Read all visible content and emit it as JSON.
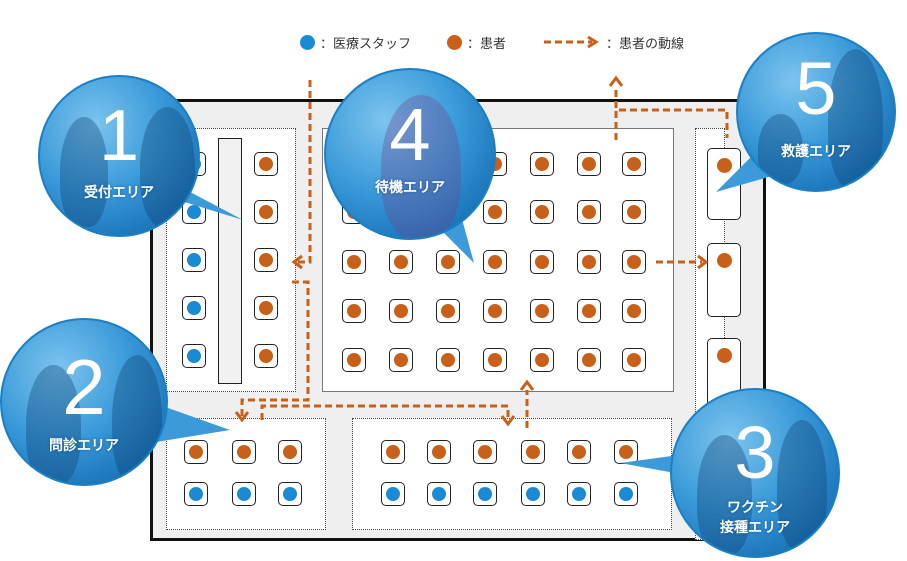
{
  "legend": {
    "staff_label": "：医療スタッフ",
    "patient_label": "：患者",
    "flow_label": "：患者の動線"
  },
  "colors": {
    "staff": "#1a8ad4",
    "patient": "#c9601a",
    "flow": "#c9601a",
    "bubble": "#1a7fc4",
    "wall": "#111111",
    "floor": "#efefef"
  },
  "areas": [
    {
      "number": "1",
      "label": "受付エリア",
      "staff": 5,
      "patients": 5
    },
    {
      "number": "2",
      "label": "問診エリア",
      "staff": 3,
      "patients": 3
    },
    {
      "number": "3",
      "label_line1": "ワクチン",
      "label_line2": "接種エリア",
      "staff": 6,
      "patients": 6
    },
    {
      "number": "4",
      "label": "待機エリア",
      "patients": 35
    },
    {
      "number": "5",
      "label": "救護エリア",
      "patients": 3
    }
  ]
}
